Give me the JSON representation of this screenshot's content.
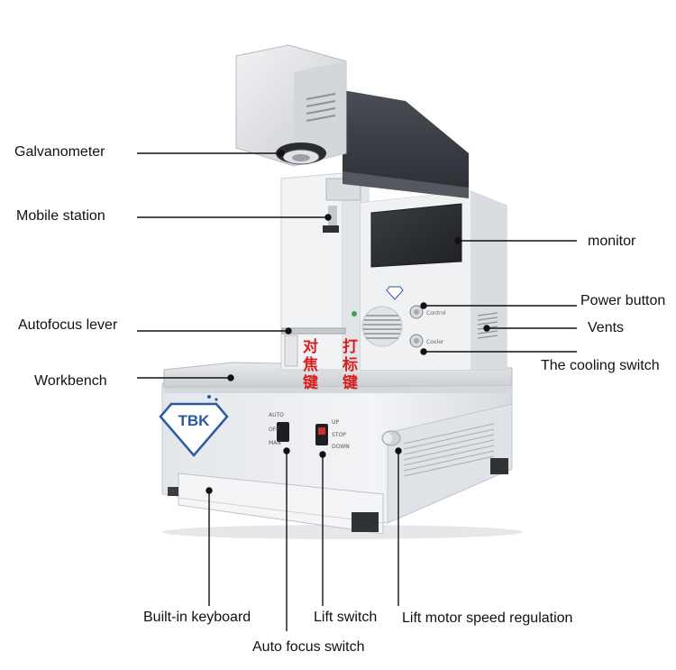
{
  "labels": {
    "galvanometer": "Galvanometer",
    "mobile_station": "Mobile station",
    "autofocus_lever": "Autofocus lever",
    "workbench": "Workbench",
    "monitor": "monitor",
    "power_button": "Power button",
    "vents": "Vents",
    "cooling_switch": "The cooling switch",
    "builtin_keyboard": "Built-in keyboard",
    "lift_switch": "Lift switch",
    "lift_motor": "Lift motor speed regulation",
    "auto_focus_switch": "Auto focus switch"
  },
  "machine": {
    "brand": "TBK",
    "button_focus": [
      "对",
      "焦",
      "键"
    ],
    "button_mark": [
      "打",
      "标",
      "键"
    ]
  },
  "colors": {
    "body": "#eef0f3",
    "screen": "#2a2c30",
    "arm": "#3a3d42",
    "accent_red": "#d81e1e",
    "leader": "#111111"
  }
}
